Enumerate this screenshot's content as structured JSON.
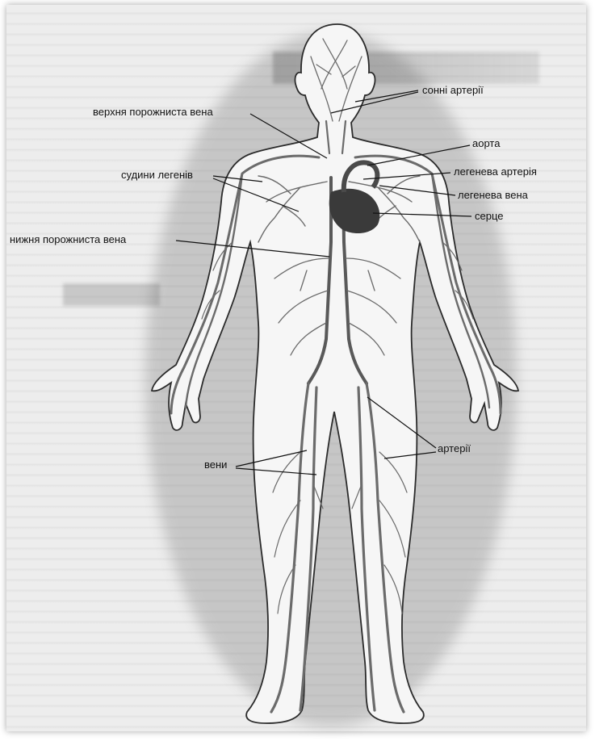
{
  "labels": {
    "carotid_arteries": "сонні артерії",
    "superior_vena_cava": "верхня порожниста вена",
    "aorta": "аорта",
    "lung_vessels": "судини легенів",
    "pulmonary_artery": "легенева артерія",
    "pulmonary_vein": "легенева вена",
    "heart": "серце",
    "inferior_vena_cava": "нижня порожниста вена",
    "arteries": "артерії",
    "veins": "вени"
  },
  "colors": {
    "background": "#ededed",
    "body_fill": "#f5f5f5",
    "body_outline": "#2b2b2b",
    "vessel": "#6b6b6b",
    "heart": "#3a3a3a"
  }
}
